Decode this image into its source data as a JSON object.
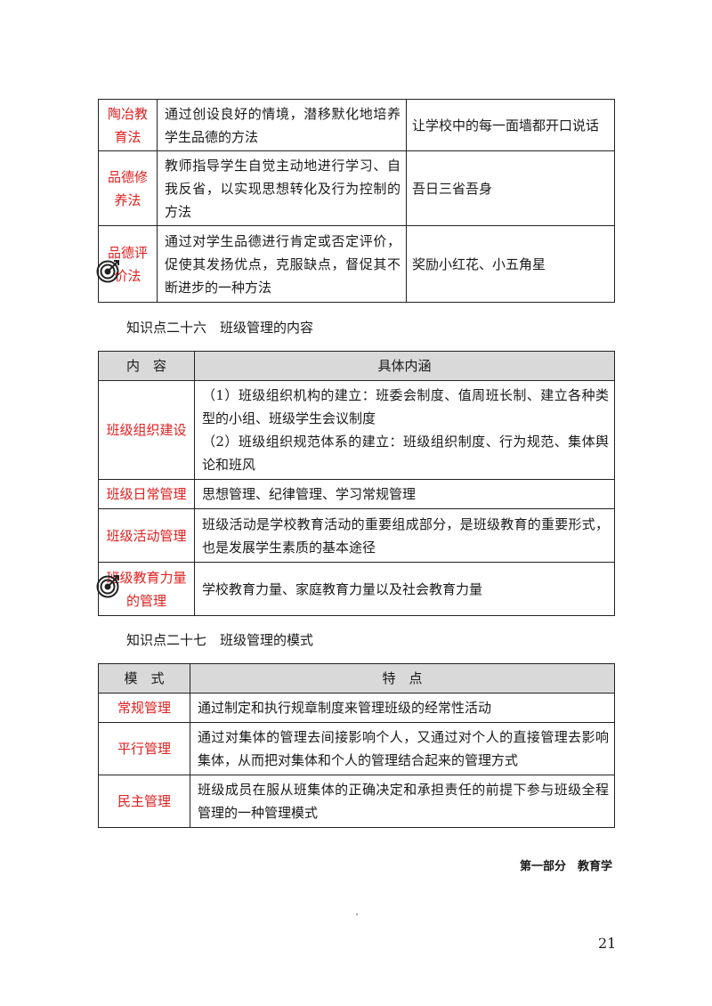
{
  "table1": {
    "rows": [
      {
        "name": "陶冶教育法",
        "desc": "通过创设良好的情境，潜移默化地培养学生品德的方法",
        "example": "让学校中的每一面墙都开口说话"
      },
      {
        "name": "品德修养法",
        "desc": "教师指导学生自觉主动地进行学习、自我反省，以实现思想转化及行为控制的方法",
        "example": "吾日三省吾身"
      },
      {
        "name": "品德评价法",
        "desc": "通过对学生品德进行肯定或否定评价，促使其发扬优点，克服缺点，督促其不断进步的一种方法",
        "example": "奖励小红花、小五角星"
      }
    ]
  },
  "section26": {
    "title": "知识点二十六　班级管理的内容",
    "headers": [
      "内　容",
      "具体内涵"
    ],
    "rows": [
      {
        "name": "班级组织建设",
        "desc_lines": [
          "（1）班级组织机构的建立：班委会制度、值周班长制、建立各种类型的小组、班级学生会议制度",
          "（2）班级组织规范体系的建立：班级组织制度、行为规范、集体舆论和班风"
        ]
      },
      {
        "name": "班级日常管理",
        "desc": "思想管理、纪律管理、学习常规管理"
      },
      {
        "name": "班级活动管理",
        "desc": "班级活动是学校教育活动的重要组成部分，是班级教育的重要形式，也是发展学生素质的基本途径"
      },
      {
        "name": "班级教育力量的管理",
        "desc": "学校教育力量、家庭教育力量以及社会教育力量"
      }
    ]
  },
  "section27": {
    "title": "知识点二十七　班级管理的模式",
    "headers": [
      "模　式",
      "特　点"
    ],
    "rows": [
      {
        "name": "常规管理",
        "desc": "通过制定和执行规章制度来管理班级的经常性活动"
      },
      {
        "name": "平行管理",
        "desc": "通过对集体的管理去间接影响个人，又通过对个人的直接管理去影响集体，从而把对集体和个人的管理结合起来的管理方式"
      },
      {
        "name": "民主管理",
        "desc": "班级成员在服从班集体的正确决定和承担责任的前提下参与班级全程管理的一种管理模式"
      }
    ]
  },
  "footer": {
    "section_title": "第一部分　教育学",
    "page_number": "21"
  },
  "icons": {
    "target": "target-icon"
  },
  "colors": {
    "accent_red": "#e02020",
    "header_gray": "#d9d9d9"
  }
}
